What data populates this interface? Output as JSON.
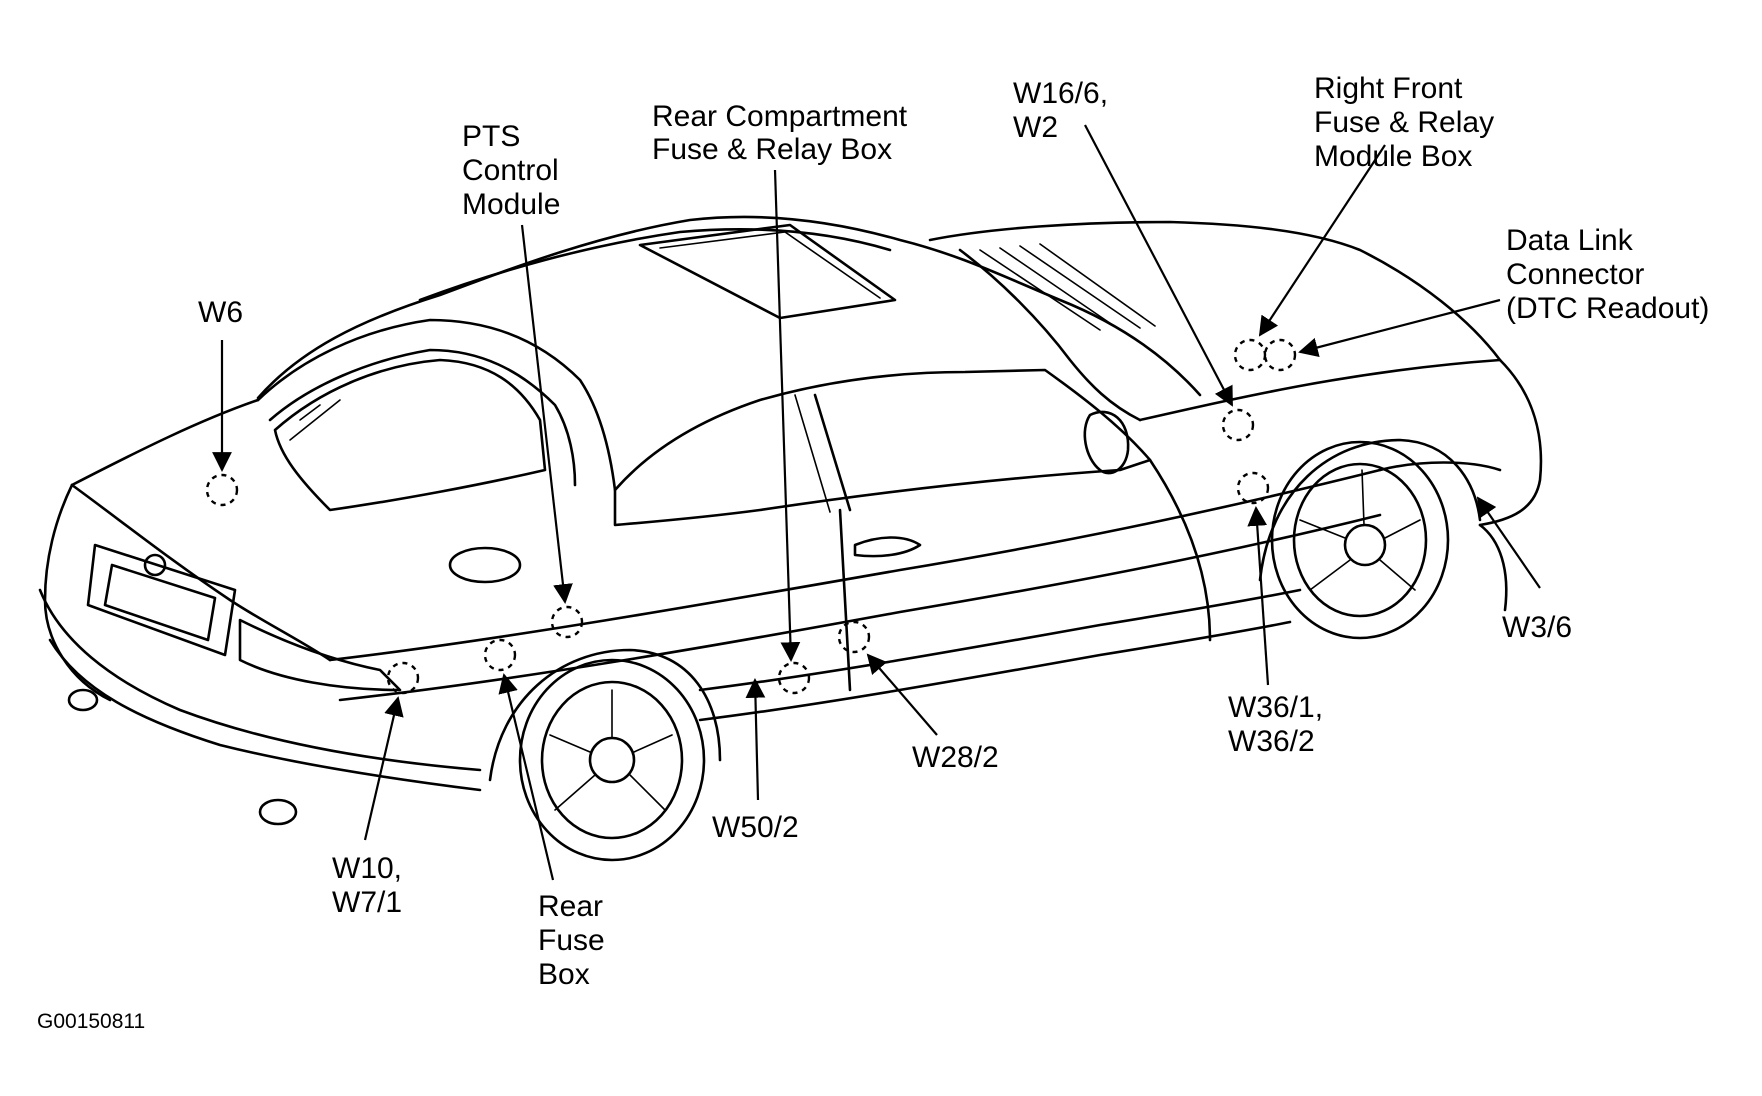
{
  "labels": {
    "pts_control_module": [
      "PTS",
      "Control",
      "Module"
    ],
    "rear_compartment_box": [
      "Rear Compartment",
      "Fuse & Relay Box"
    ],
    "w16_w2": [
      "W16/6,",
      "W2"
    ],
    "right_front_box": [
      "Right Front",
      "Fuse & Relay",
      "Module Box"
    ],
    "data_link_connector": [
      "Data Link",
      "Connector",
      "(DTC Readout)"
    ],
    "w6": [
      "W6"
    ],
    "w3_6": [
      "W3/6"
    ],
    "w36": [
      "W36/1,",
      "W36/2"
    ],
    "w28_2": [
      "W28/2"
    ],
    "w50_2": [
      "W50/2"
    ],
    "w10_w7": [
      "W10,",
      "W7/1"
    ],
    "rear_fuse_box": [
      "Rear",
      "Fuse",
      "Box"
    ]
  },
  "figure_code": "G00150811"
}
